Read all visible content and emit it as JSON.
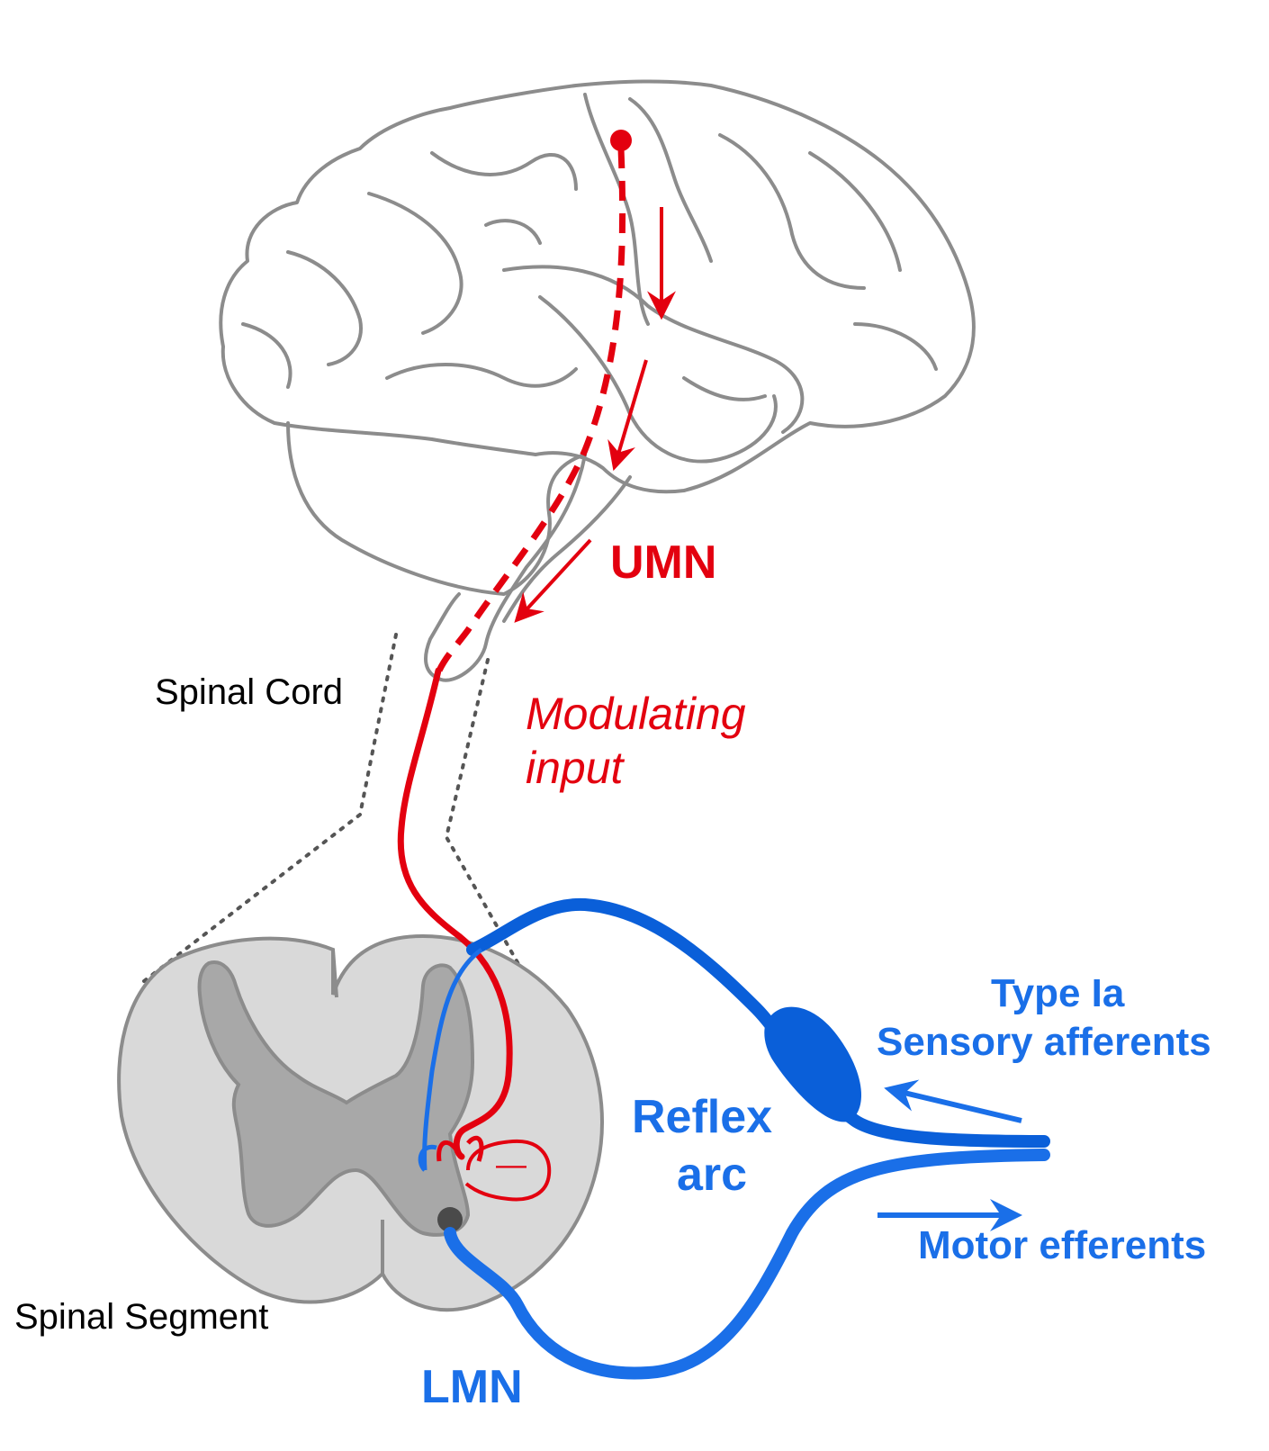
{
  "labels": {
    "umn": "UMN",
    "modulating_line1": "Modulating",
    "modulating_line2": "input",
    "spinal_cord": "Spinal Cord",
    "spinal_segment": "Spinal Segment",
    "reflex_line1": "Reflex",
    "reflex_line2": "arc",
    "type_ia_line1": "Type Ia",
    "type_ia_line2": "Sensory afferents",
    "motor_efferents": "Motor efferents",
    "lmn": "LMN",
    "inhibitory_sign": "—"
  },
  "colors": {
    "red": "#e3000f",
    "blue": "#1a6fe8",
    "blue_dark": "#0a5fd9",
    "brain_outline": "#8c8c8c",
    "segment_fill": "#d9d9d9",
    "gray_matter": "#a8a8a8"
  }
}
